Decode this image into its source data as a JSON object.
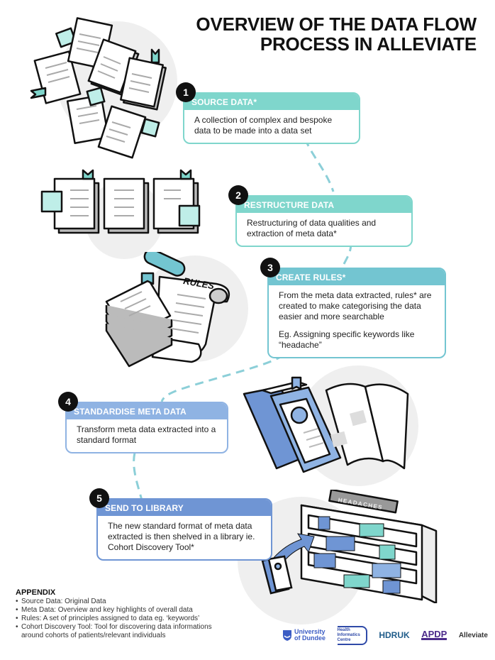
{
  "title": {
    "line1": "OVERVIEW OF THE DATA FLOW",
    "line2": "PROCESS IN ALLEVIATE"
  },
  "colors": {
    "teal_light": "#7fd6cc",
    "teal": "#73c5d1",
    "blue": "#8fb3e3",
    "blue_dark": "#6f95d4",
    "connector": "#8ccfd8"
  },
  "steps": [
    {
      "number": "1",
      "heading": "SOURCE DATA*",
      "body": [
        "A collection of complex and bespoke data to be made into a data set"
      ]
    },
    {
      "number": "2",
      "heading": "RESTRUCTURE DATA",
      "body": [
        "Restructuring of data qualities and extraction of meta data*"
      ]
    },
    {
      "number": "3",
      "heading": "CREATE RULES*",
      "body": [
        "From the meta data extracted, rules* are created to make categorising the data easier and more searchable",
        "Eg. Assigning specific keywords like “headache”"
      ]
    },
    {
      "number": "4",
      "heading": "STANDARDISE META DATA",
      "body": [
        "Transform meta data extracted into a standard format"
      ]
    },
    {
      "number": "5",
      "heading": "SEND TO LIBRARY",
      "body": [
        "The new standard format of meta data extracted is then shelved in a library ie. Cohort Discovery Tool*"
      ]
    }
  ],
  "illustrations": {
    "scattered_documents": "documents-icon",
    "restructured_documents": "document-stacks-icon",
    "rules_scroll": {
      "icon": "rules-scroll-icon",
      "label": "RULES"
    },
    "books": "books-icon",
    "library_shelf": {
      "icon": "bookshelf-icon",
      "label": "HEADACHES"
    }
  },
  "appendix": {
    "heading": "APPENDIX",
    "items": [
      "Source Data: Original Data",
      "Meta Data: Overview and key highlights of overall data",
      "Rules: A set of principles assigned to data eg. ‘keywords’",
      "Cohort Discovery Tool: Tool for discovering data informations around cohorts of patients/relevant individuals"
    ]
  },
  "logos": [
    {
      "name": "University of Dundee",
      "line1": "University",
      "line2": "of Dundee"
    },
    {
      "name": "Health Informatics Centre",
      "line1": "Health",
      "line2": "Informatics",
      "line3": "Centre"
    },
    {
      "name": "HDRUK",
      "text": "HDRUK"
    },
    {
      "name": "APDP",
      "text": "APDP"
    },
    {
      "name": "Alleviate",
      "text": "Alleviate"
    }
  ]
}
